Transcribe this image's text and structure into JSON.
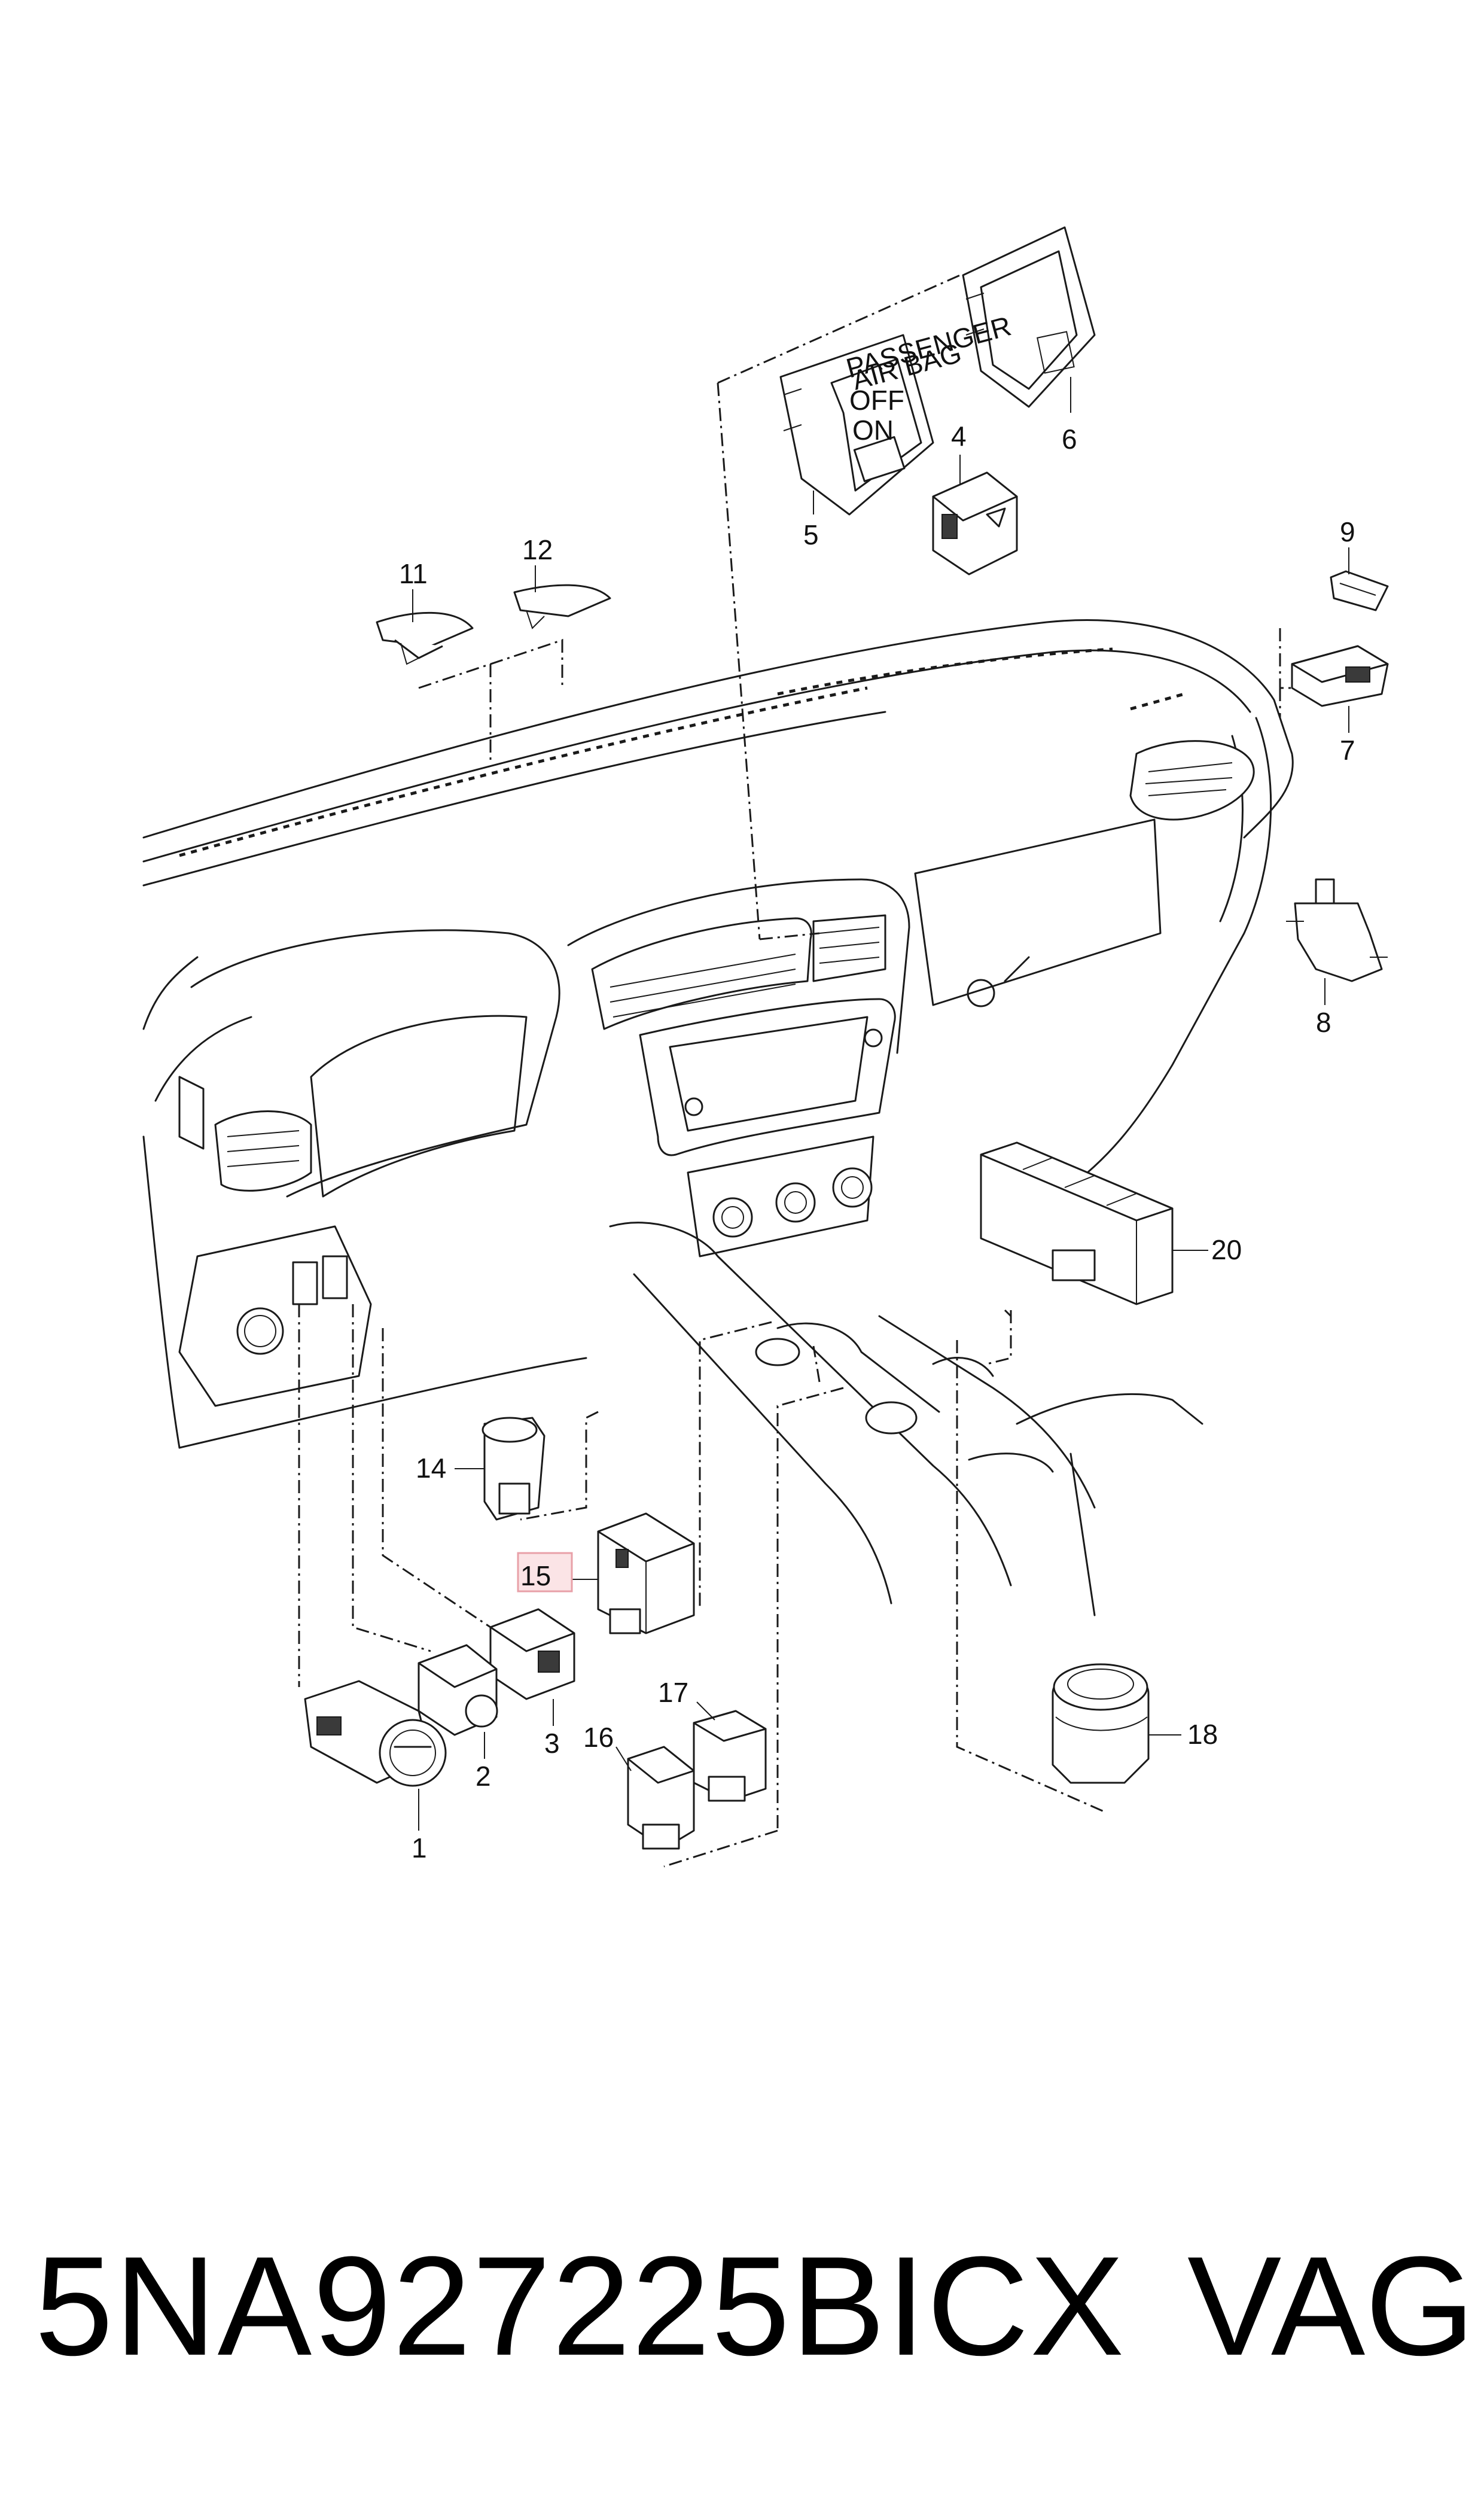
{
  "callouts": {
    "c1": "1",
    "c2": "2",
    "c3": "3",
    "c4": "4",
    "c5": "5",
    "c6": "6",
    "c7": "7",
    "c8": "8",
    "c9": "9",
    "c11": "11",
    "c12": "12",
    "c14": "14",
    "c15": "15",
    "c16": "16",
    "c17": "17",
    "c18": "18",
    "c20": "20"
  },
  "airbag_panel": {
    "line1": "PASSENGER",
    "line2": "AIR BAG",
    "off": "OFF",
    "on": "ON"
  },
  "highlight_color": "#e8a0a8",
  "footer": {
    "part_number": "5NA927225BICX",
    "brand": "VAG"
  }
}
